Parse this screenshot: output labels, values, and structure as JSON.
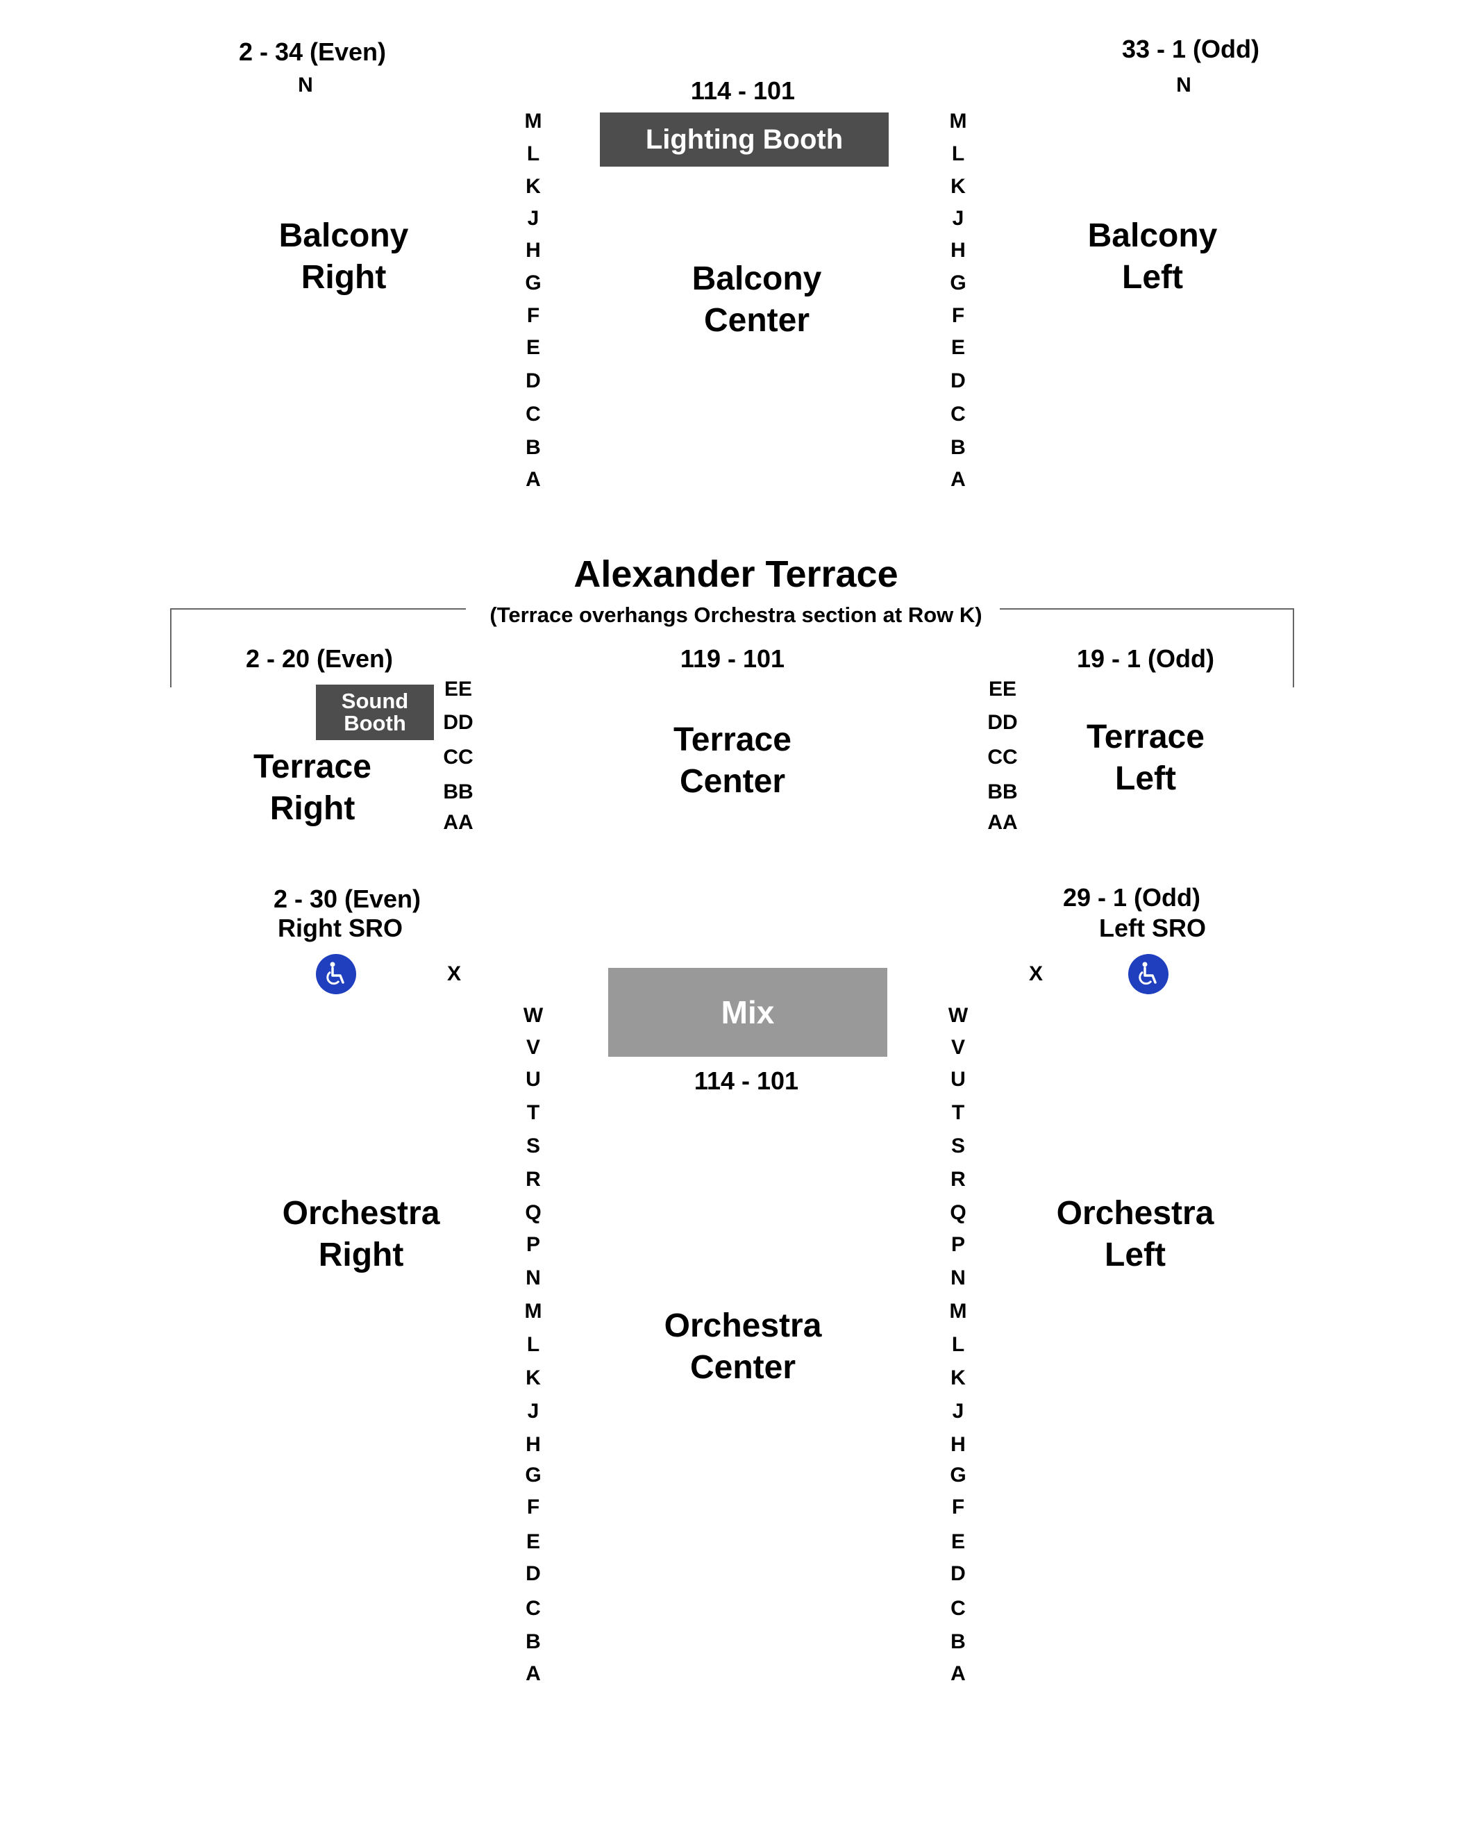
{
  "balcony": {
    "right_range": "2 - 34 (Even)",
    "right_row_n": "N",
    "left_range": "33 - 1 (Odd)",
    "left_row_n": "N",
    "center_range": "114 - 101",
    "lighting_booth": "Lighting Booth",
    "right_label": [
      "Balcony",
      "Right"
    ],
    "center_label": [
      "Balcony",
      "Center"
    ],
    "left_label": [
      "Balcony",
      "Left"
    ],
    "rows": [
      "M",
      "L",
      "K",
      "J",
      "H",
      "G",
      "F",
      "E",
      "D",
      "C",
      "B",
      "A"
    ]
  },
  "terrace": {
    "title": "Alexander Terrace",
    "subtitle": "(Terrace overhangs Orchestra section at Row K)",
    "right_range": "2 - 20 (Even)",
    "center_range": "119 - 101",
    "left_range": "19 - 1 (Odd)",
    "sound_booth": [
      "Sound",
      "Booth"
    ],
    "right_label": [
      "Terrace",
      "Right"
    ],
    "center_label": [
      "Terrace",
      "Center"
    ],
    "left_label": [
      "Terrace",
      "Left"
    ],
    "rows": [
      "EE",
      "DD",
      "CC",
      "BB",
      "AA"
    ]
  },
  "orchestra": {
    "right_range": "2 - 30 (Even)",
    "right_sro": "Right SRO",
    "left_range": "29 - 1 (Odd)",
    "left_sro": "Left SRO",
    "row_x_left": "X",
    "row_x_right": "X",
    "mix": "Mix",
    "center_range": "114 - 101",
    "right_label": [
      "Orchestra",
      "Right"
    ],
    "center_label": [
      "Orchestra",
      "Center"
    ],
    "left_label": [
      "Orchestra",
      "Left"
    ],
    "rows": [
      "W",
      "V",
      "U",
      "T",
      "S",
      "R",
      "Q",
      "P",
      "N",
      "M",
      "L",
      "K",
      "J",
      "H",
      "G",
      "F",
      "E",
      "D",
      "C",
      "B",
      "A"
    ]
  },
  "colors": {
    "booth": "#4d4d4d",
    "mix": "#999999",
    "accessible": "#1f3fbf"
  },
  "icons": [
    "wheelchair-icon"
  ]
}
